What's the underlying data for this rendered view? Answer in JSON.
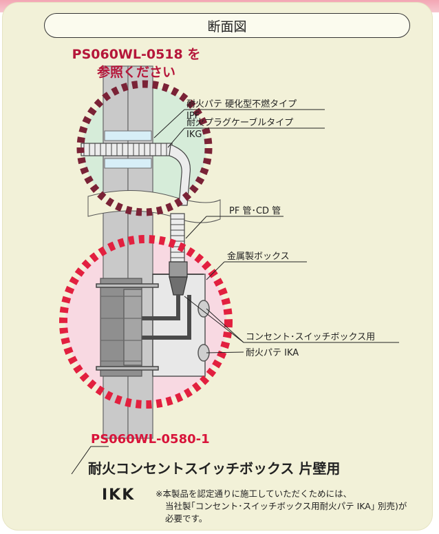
{
  "header": {
    "title": "断面図"
  },
  "references": {
    "top_line1": "PS060WL-0518 を",
    "top_line2": "参照ください",
    "bottom": "PS060WL-0580-1"
  },
  "labels": {
    "putty_hard": "耐火パテ 硬化型不燃タイプ",
    "putty_hard_code": "IPF",
    "plug_cable": "耐火プラグケーブルタイプ",
    "plug_cable_code": "IKG",
    "pipe": "PF 管･CD 管",
    "metal_box": "金属製ボックス",
    "outlet_box_for": "コンセント･スイッチボックス用",
    "putty_ika": "耐火パテ IKA"
  },
  "product": {
    "title": "耐火コンセントスイッチボックス 片壁用"
  },
  "brand": "IKK",
  "note": {
    "line1": "※本製品を認定通りに施工していただくためには、",
    "line2": "当社製｢コンセント･スイッチボックス用耐火パテ IKA｣ 別売)が",
    "line3": "必要です。"
  },
  "colors": {
    "accent_red": "#d8143a",
    "dark_red": "#b5163a",
    "card_bg": "#f2f1d8",
    "wall": "#c8c8c8",
    "highlight_green": "#d6ecd9",
    "highlight_pink": "#f8d9e2"
  }
}
